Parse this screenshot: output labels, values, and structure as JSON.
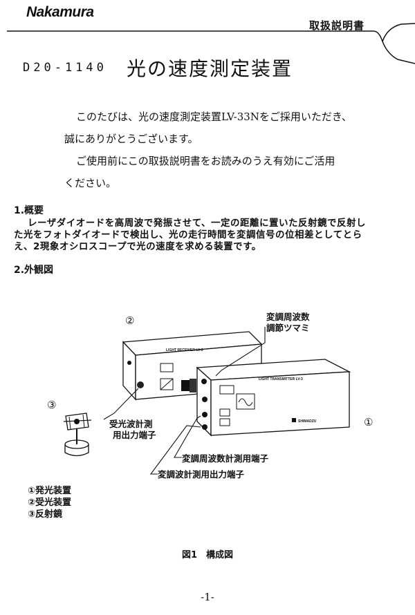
{
  "header": {
    "brand": "Nakamura",
    "doc_type": "取扱説明書"
  },
  "title": {
    "model_no": "D20-1140",
    "name": "光の速度測定装置"
  },
  "intro": {
    "line1": "このたびは、光の速度測定装置LV-33Nをご採用いただき、",
    "line2": "誠にありがとうございます。",
    "line3": "ご使用前にこの取扱説明書をお読みのうえ有効にご活用",
    "line4": "ください。"
  },
  "section1": {
    "heading": "1.概要",
    "line1": "レーザダイオードを高周波で発振させて、一定の距離に置いた反射鏡で反射し",
    "line2": "た光をフォトダイオードで検出し、光の走行時間を変調信号の位相差としてとら",
    "line3": "え、2現象オシロスコープで光の速度を求める装置です。"
  },
  "section2": {
    "heading": "2.外観図"
  },
  "figure": {
    "num2": "②",
    "num3": "③",
    "num1": "①",
    "callout_knob_1": "変調周波数",
    "callout_knob_2": "調節ツマミ",
    "callout_out_1": "受光波計測",
    "callout_out_2": "用出力端子",
    "callout_freq": "変調周波数計測用端子",
    "callout_mod": "変調波計測用出力端子",
    "receiver_label": "LIGHT RECEIVER LV-3",
    "transmitter_label": "LIGHT TRANSMITTER LV-3",
    "maker": "SHIMADZU",
    "legend": [
      "①発光装置",
      "②受光装置",
      "③反射鏡"
    ],
    "caption": "図1　構成図"
  },
  "footer": {
    "page": "-1-"
  }
}
